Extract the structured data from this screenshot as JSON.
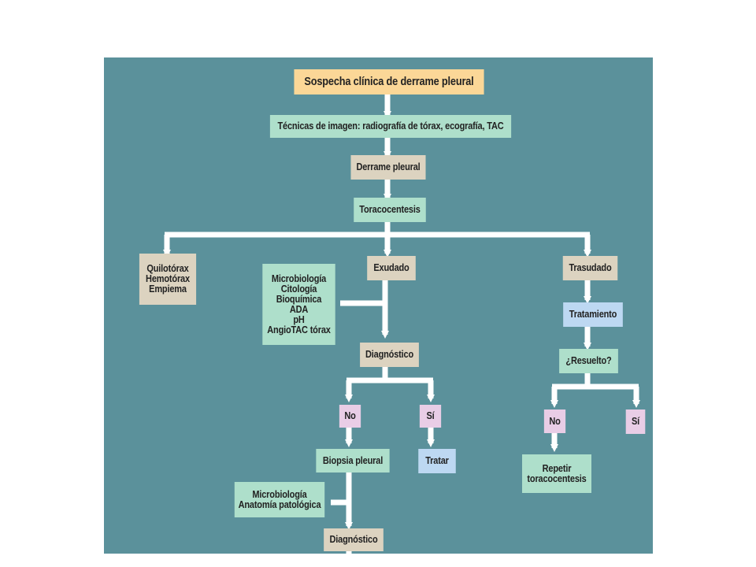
{
  "colors": {
    "panel": "#5b919b",
    "arrow": "#ffffff",
    "start": "#fbd797",
    "process": "#aedfcb",
    "result": "#dcd3c0",
    "action": "#bdd8f2",
    "decision": "#e9cde6"
  },
  "nodes": {
    "start": "Sospecha clínica de derrame pleural",
    "imaging": "Técnicas de imagen: radiografía de tórax, ecografía, TAC",
    "effusion": "Derrame pleural",
    "thoracentesis": "Toracocentesis",
    "chylothorax": "Quilotórax\nHemotórax\nEmpiema",
    "exudate": "Exudado",
    "exudate_tests": "Microbiología\nCitología\nBioquímica\nADA\npH\nAngioTAC tórax",
    "transudate": "Trasudado",
    "treatment": "Tratamiento",
    "resolved": "¿Resuelto?",
    "diagnosis1": "Diagnóstico",
    "no1": "No",
    "yes1": "Sí",
    "biopsy": "Biopsia pleural",
    "treat": "Tratar",
    "no2": "No",
    "yes2": "Sí",
    "repeat": "Repetir\ntoracocentesis",
    "biopsy_tests": "Microbiología\nAnatomía patológica",
    "diagnosis2": "Diagnóstico"
  }
}
